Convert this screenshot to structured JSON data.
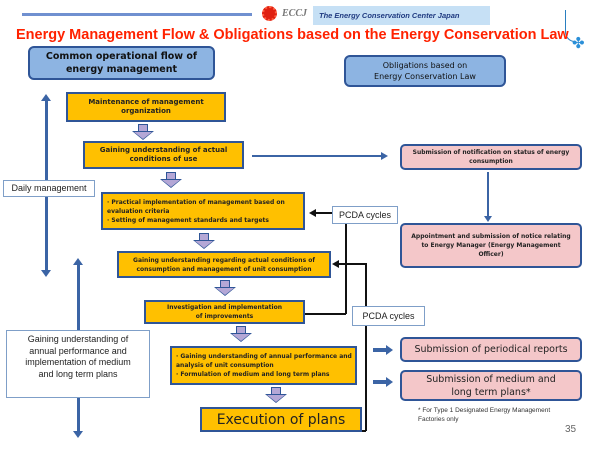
{
  "header": {
    "org_abbrev": "ECCJ",
    "org_name": "The Energy Conservation Center Japan",
    "title": "Energy Management Flow & Obligations based on the Energy Conservation Law"
  },
  "left_heading": "Common operational flow of energy management",
  "right_heading": "Obligations based on Energy Conservation Law",
  "flow": [
    {
      "text": "Maintenance of management organization"
    },
    {
      "text": "Gaining understanding of actual conditions of use"
    },
    {
      "lines": [
        "· Practical implementation of management based on evaluation criteria",
        "· Setting of management standards and targets"
      ]
    },
    {
      "text": "Gaining understanding regarding actual conditions of consumption and management of unit consumption"
    },
    {
      "text": "Investigation and implementation of improvements"
    },
    {
      "lines": [
        "· Gaining understanding of annual performance and analysis of unit consumption",
        "· Formulation of medium and long term plans"
      ]
    },
    {
      "text": "Execution of plans"
    }
  ],
  "obligations": [
    "Submission of notification on status of energy consumption",
    "Appointment and submission of notice relating to Energy Manager (Energy Management Officer)",
    "Submission of periodical reports",
    "Submission of medium and long term plans*"
  ],
  "pcda": [
    "PCDA cycles",
    "PCDA cycles"
  ],
  "side_labels": {
    "daily": "Daily management",
    "annual": "Gaining understanding of annual performance and implementation of medium and long term plans"
  },
  "footnote": "* For Type 1 Designated Energy Management Factories only",
  "page_number": "35",
  "colors": {
    "title": "#ff2200",
    "flow_box": "#ffc000",
    "obligation_box": "#f4c7c9",
    "heading_box": "#8db4e2",
    "border": "#2f5597"
  }
}
